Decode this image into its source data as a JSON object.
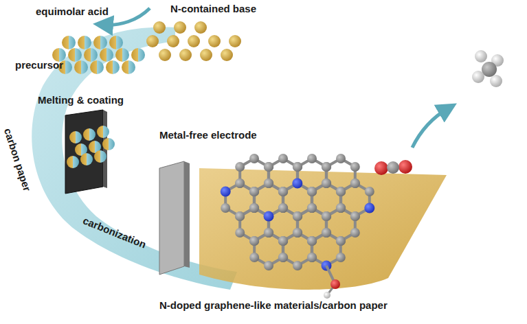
{
  "diagram": {
    "labels": [
      "equimolar acid",
      "N-contained base",
      "precursor",
      "Melting & coating",
      "carbon paper",
      "carbonization",
      "Metal-free electrode",
      "N-doped graphene-like materials/carbon paper"
    ]
  }
}
